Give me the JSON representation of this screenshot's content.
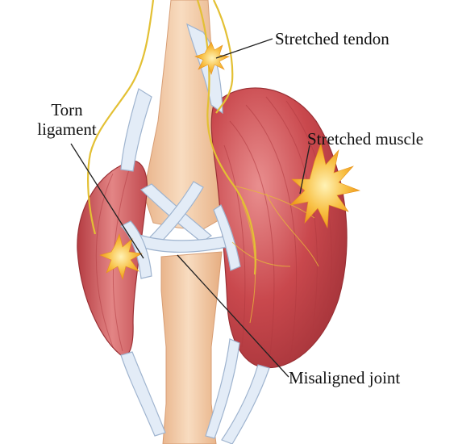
{
  "labels": {
    "stretched_tendon": "Stretched tendon",
    "stretched_muscle": "Stretched muscle",
    "torn_ligament_line1": "Torn",
    "torn_ligament_line2": "ligament",
    "misaligned_joint": "Misaligned joint"
  },
  "colors": {
    "muscle": "#c8454a",
    "muscle_light": "#e58a8a",
    "bone": "#f1c8a0",
    "tendon": "#dfe9f5",
    "nerve": "#e8c738",
    "injury_burst": "#f6b02a",
    "leader_line": "#222222"
  }
}
